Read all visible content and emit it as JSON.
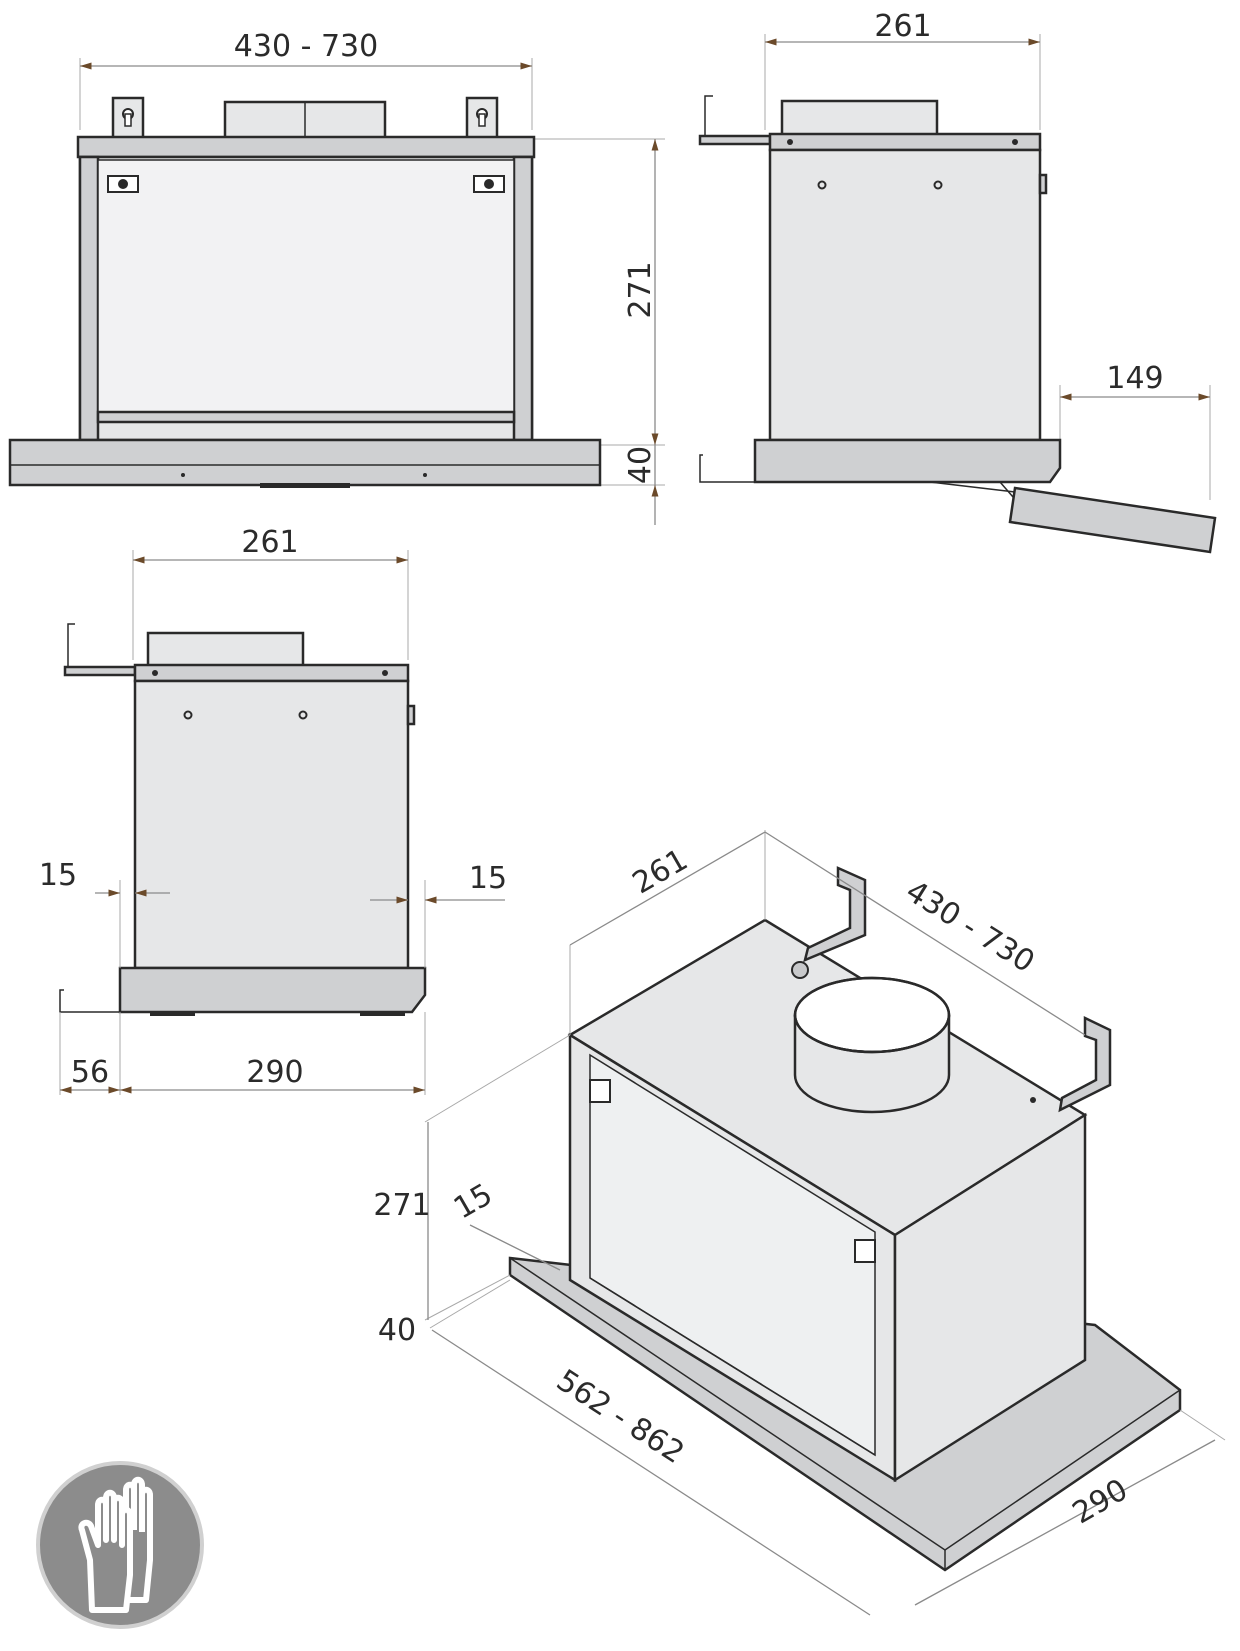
{
  "front_view": {
    "width_label": "430 - 730",
    "height_label": "271",
    "base_label": "40"
  },
  "side_view_top": {
    "depth_label": "261",
    "extension_label": "149"
  },
  "side_view_bottom": {
    "depth_label": "261",
    "inset_left_label": "15",
    "inset_right_label": "15",
    "overhang_label": "56",
    "base_depth_label": "290"
  },
  "iso_view": {
    "depth_label": "261",
    "width_label": "430 - 730",
    "height_label": "271",
    "inset_label": "15",
    "base_label": "40",
    "length_label": "562 - 862",
    "base_depth_label": "290"
  },
  "safety_icon": "gloves-icon",
  "colors": {
    "panel": "#e6e7e8",
    "outline": "#2a2a2a",
    "icon_badge": "#8c8c8c"
  }
}
